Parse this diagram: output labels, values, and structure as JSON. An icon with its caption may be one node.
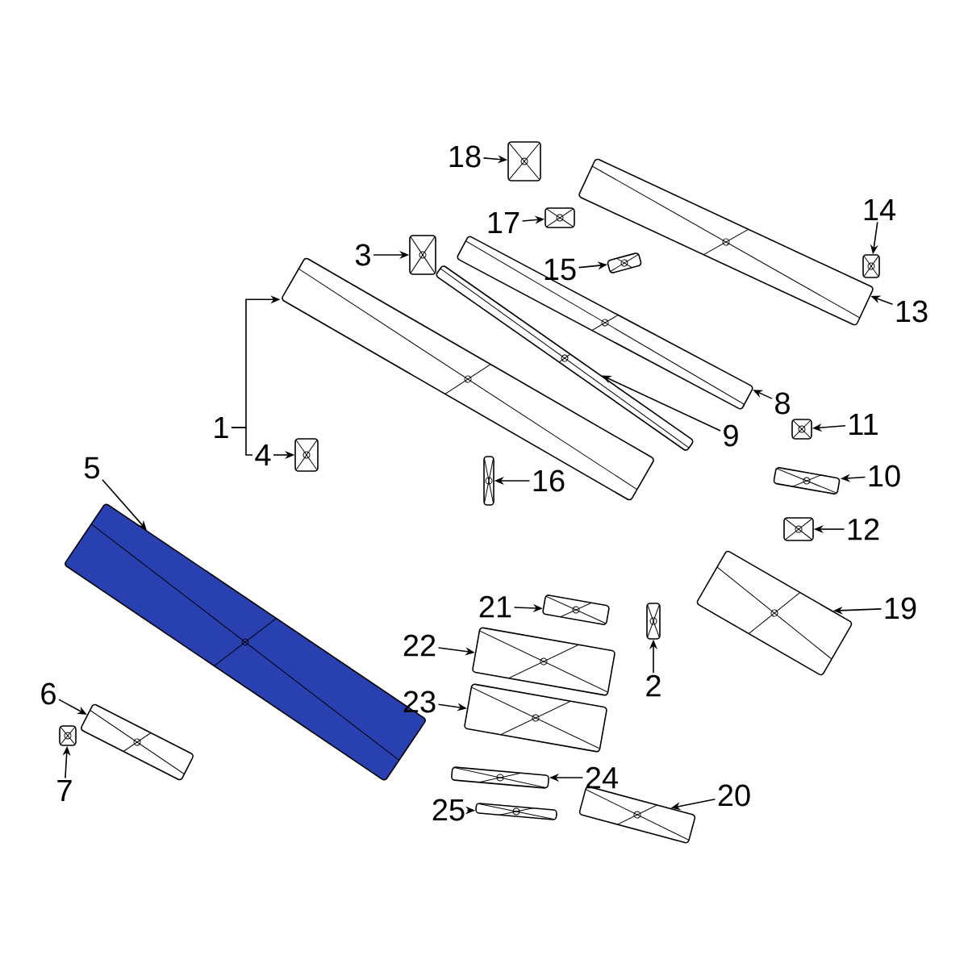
{
  "diagram": {
    "nodes": [
      {
        "text": [
          "1"
        ]
      },
      {
        "text": [
          "2"
        ]
      },
      {
        "text": [
          "3"
        ]
      },
      {
        "text": [
          "4"
        ]
      },
      {
        "text": [
          "5"
        ]
      },
      {
        "text": [
          "6"
        ]
      },
      {
        "text": [
          "7"
        ]
      },
      {
        "text": [
          "8"
        ]
      },
      {
        "text": [
          "9"
        ]
      },
      {
        "text": [
          "10"
        ]
      },
      {
        "text": [
          "11"
        ]
      },
      {
        "text": [
          "12"
        ]
      },
      {
        "text": [
          "13"
        ]
      },
      {
        "text": [
          "14"
        ]
      },
      {
        "text": [
          "15"
        ]
      },
      {
        "text": [
          "16"
        ]
      },
      {
        "text": [
          "17"
        ]
      },
      {
        "text": [
          "18"
        ]
      },
      {
        "text": [
          "19"
        ]
      },
      {
        "text": [
          "20"
        ]
      },
      {
        "text": [
          "21"
        ]
      },
      {
        "text": [
          "22"
        ]
      },
      {
        "text": [
          "23"
        ]
      },
      {
        "text": [
          "24"
        ]
      },
      {
        "text": [
          "25"
        ]
      },
      {
        "text": [],
        "shape": "picture"
      },
      {
        "text": [],
        "shape": "picture"
      },
      {
        "text": [],
        "shape": "picture"
      },
      {
        "text": [],
        "shape": "picture"
      },
      {
        "text": [],
        "shape": "picture"
      },
      {
        "text": [],
        "shape": "picture"
      },
      {
        "text": [],
        "shape": "picture"
      },
      {
        "text": [],
        "shape": "picture"
      },
      {
        "text": [],
        "shape": "picture"
      },
      {
        "text": [],
        "shape": "picture"
      },
      {
        "text": [],
        "shape": "picture"
      },
      {
        "text": [],
        "shape": "picture"
      },
      {
        "text": [],
        "shape": "picture"
      },
      {
        "text": [],
        "shape": "picture"
      },
      {
        "text": [],
        "shape": "picture"
      },
      {
        "text": [],
        "shape": "picture"
      },
      {
        "text": [],
        "shape": "picture"
      },
      {
        "text": [],
        "shape": "picture"
      },
      {
        "text": [],
        "shape": "picture"
      },
      {
        "text": [],
        "shape": "picture"
      },
      {
        "text": [],
        "shape": "picture"
      },
      {
        "text": [],
        "shape": "picture"
      },
      {
        "text": [],
        "shape": "picture"
      },
      {
        "text": [],
        "shape": "picture"
      },
      {
        "text": [],
        "shape": "picture"
      }
    ],
    "edges": [
      {
        "from": 0,
        "to": 25,
        "arrow": "to"
      },
      {
        "from": 1,
        "to": 26,
        "arrow": "to"
      },
      {
        "from": 2,
        "to": 27,
        "arrow": "to"
      },
      {
        "from": 3,
        "to": 28,
        "arrow": "to"
      },
      {
        "from": 4,
        "to": 29,
        "arrow": "to"
      },
      {
        "from": 5,
        "to": 30,
        "arrow": "to"
      },
      {
        "from": 6,
        "to": 31,
        "arrow": "to"
      },
      {
        "from": 7,
        "to": 32,
        "arrow": "to"
      },
      {
        "from": 8,
        "to": 33,
        "arrow": "to"
      },
      {
        "from": 9,
        "to": 34,
        "arrow": "to"
      },
      {
        "from": 10,
        "to": 35,
        "arrow": "to"
      },
      {
        "from": 11,
        "to": 36,
        "arrow": "to"
      },
      {
        "from": 12,
        "to": 37,
        "arrow": "to"
      },
      {
        "from": 13,
        "to": 38,
        "arrow": "to"
      },
      {
        "from": 14,
        "to": 39,
        "arrow": "to"
      },
      {
        "from": 15,
        "to": 40,
        "arrow": "to"
      },
      {
        "from": 16,
        "to": 41,
        "arrow": "to"
      },
      {
        "from": 17,
        "to": 42,
        "arrow": "to"
      },
      {
        "from": 18,
        "to": 43,
        "arrow": "to"
      },
      {
        "from": 19,
        "to": 44,
        "arrow": "to"
      },
      {
        "from": 20,
        "to": 45,
        "arrow": "to"
      },
      {
        "from": 21,
        "to": 46,
        "arrow": "to"
      },
      {
        "from": 22,
        "to": 47,
        "arrow": "to"
      },
      {
        "from": 23,
        "to": 48,
        "arrow": "to"
      },
      {
        "from": 24,
        "to": 49,
        "arrow": "to"
      },
      {
        "from": 0,
        "to": 3,
        "arrow": "none"
      }
    ]
  }
}
